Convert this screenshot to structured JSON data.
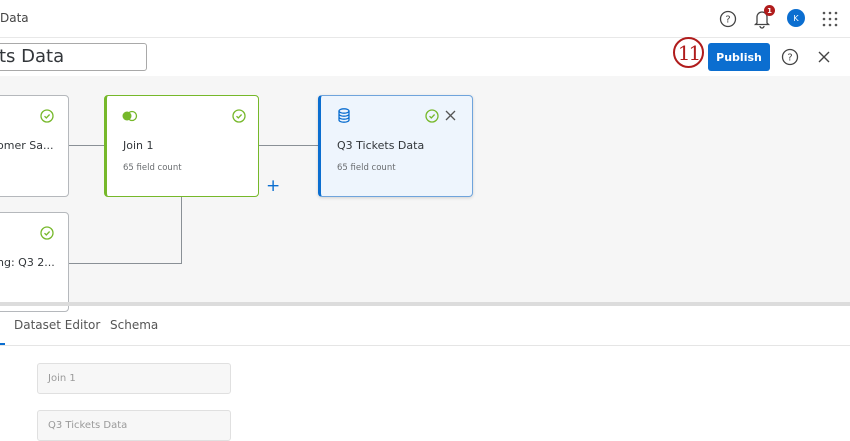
{
  "header": {
    "breadcrumb": "Data",
    "notification_count": "1",
    "avatar_initial": "K",
    "icons": [
      "help-icon",
      "bell-icon",
      "avatar",
      "app-grid-icon"
    ]
  },
  "toolbar": {
    "dataset_name": "ts Data",
    "publish_label": "Publish",
    "annotation": "11"
  },
  "canvas": {
    "nodes": [
      {
        "title": "omer Sa...",
        "status": "check-circle-icon"
      },
      {
        "title": "Join 1",
        "subtitle": "65 field count",
        "icon": "join-icon",
        "status": "check-circle-icon"
      },
      {
        "title": "Q3 Tickets Data",
        "subtitle": "65 field count",
        "icon": "database-icon",
        "status": "check-circle-icon",
        "selected": true
      },
      {
        "title": "ng: Q3 2...",
        "status": "check-circle-icon"
      }
    ],
    "add_label": "+"
  },
  "colors": {
    "accent": "#0b6ed0",
    "success": "#76b82a",
    "annotation": "#b01c1c"
  },
  "bottom": {
    "tabs": [
      {
        "label": "Dataset Editor"
      },
      {
        "label": "Schema"
      }
    ],
    "fields": [
      {
        "value": "Join 1"
      },
      {
        "value": "Q3 Tickets Data"
      }
    ]
  }
}
